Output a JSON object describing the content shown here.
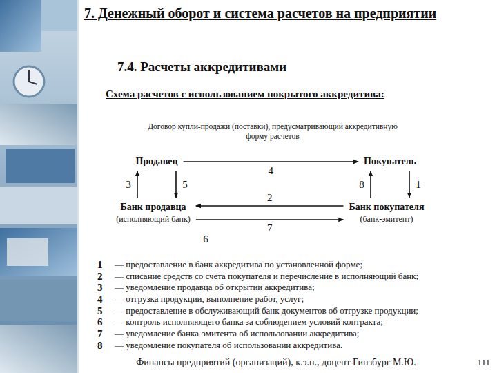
{
  "diagram": {
    "title": "7. Денежный оборот и система расчетов на предприятии",
    "nodes": [
      {
        "text": [
          "Продавец"
        ]
      },
      {
        "text": [
          "Покупатель"
        ]
      },
      {
        "text": [
          "Банк продавца",
          "(исполняющий банк)"
        ]
      },
      {
        "text": [
          "Банк покупателя",
          "(банк-эмитент)"
        ]
      }
    ],
    "edges": [
      {
        "from": 0,
        "to": 1,
        "label": "4",
        "arrow": "to"
      },
      {
        "from": 1,
        "to": 3,
        "label": "1",
        "arrow": "to"
      },
      {
        "from": 3,
        "to": 2,
        "label": "2",
        "arrow": "to"
      },
      {
        "from": 2,
        "to": 0,
        "label": "3",
        "arrow": "to"
      },
      {
        "from": 0,
        "to": 2,
        "label": "5",
        "arrow": "to"
      },
      {
        "from": 2,
        "to": 3,
        "label": "7",
        "arrow": "to"
      },
      {
        "from": 3,
        "to": 1,
        "label": "8",
        "arrow": "to"
      }
    ],
    "labels": [
      "7.4. Расчеты аккредитивами",
      "Схема расчетов с использованием покрытого аккредитива:",
      "Договор купли-продажи (поставки), предусматривающий аккредитивную форму расчетов",
      "6",
      "1",
      "— предоставление в банк аккредитива по установленной форме;",
      "2",
      "— списание средств со счета покупателя и перечисление в исполняющий банк;",
      "3",
      "— уведомление продавца об открытии аккредитива;",
      "4",
      "— отгрузка продукции, выполнение работ, услуг;",
      "5",
      "— предоставление в обслуживающий банк документов об отгрузке продукции;",
      "6",
      "— контроль исполняющего банка за соблюдением условий контракта;",
      "7",
      "— уведомление банка-эмитента об использовании аккредитива;",
      "8",
      "— уведомление покупателя об использовании аккредитива.",
      "Финансы предприятий (организаций), к.э.н., доцент Гинзбург М.Ю.",
      "111"
    ]
  }
}
